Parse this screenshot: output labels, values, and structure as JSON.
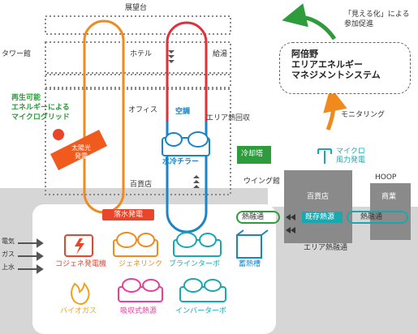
{
  "labels": {
    "observatory": "展望台",
    "tower": "タワー館",
    "hotel": "ホテル",
    "hot_water": "給湯",
    "renewable": [
      "再生可能",
      "エネルギーによる",
      "マイクログリッド"
    ],
    "office": "オフィス",
    "aircon": "空調",
    "area_heat_recovery": "エリア熱回収",
    "solar": [
      "太陽光",
      "発電"
    ],
    "water_chiller": "水冷チラー",
    "cooling_tower": "冷却塔",
    "wind": [
      "マイクロ",
      "風力発電"
    ],
    "dept_store_floor": "百貨店",
    "wing": "ウイング館",
    "hoop": "HOOP",
    "dept_store_bldg": "百貨店",
    "commercial": "商業",
    "waterfall_power": "落水発電",
    "heat_exchange_left": "熱融通",
    "existing_heat": "既存熱源",
    "heat_exchange_right": "熱融通",
    "area_heat_exchange": "エリア熱融通",
    "electricity": "電気",
    "gas": "ガス",
    "water": "上水",
    "monitoring": "モニタリング",
    "visualize": [
      "「見える化」による",
      "参加促進"
    ],
    "mgmt": [
      "阿倍野",
      "エリアエネルギー",
      "マネジメントシステム"
    ]
  },
  "equipment": [
    {
      "label": "コジェネ発電機",
      "color": "#e8452a",
      "icon": "cogeneration-icon"
    },
    {
      "label": "ジェネリンク",
      "color": "#f08a1c",
      "icon": "genelink-icon"
    },
    {
      "label": "ブラインターボ",
      "color": "#1aa8b0",
      "icon": "brine-turbo-icon"
    },
    {
      "label": "蓄熱槽",
      "color": "#1a84c6",
      "icon": "heat-storage-icon"
    },
    {
      "label": "バイオガス",
      "color": "#f0a21c",
      "icon": "biogas-icon"
    },
    {
      "label": "吸収式熱源",
      "color": "#e8409a",
      "icon": "absorption-icon"
    },
    {
      "label": "インバーターボ",
      "color": "#1aa8b0",
      "icon": "inverter-turbo-icon"
    }
  ],
  "colors": {
    "orange": "#f08a1c",
    "red": "#e2303a",
    "blue": "#1a84c6",
    "green": "#2e9b3d",
    "teal": "#1aa8b0",
    "gray_block": "#8a8a8a",
    "light_gray": "#d6d6d6"
  }
}
